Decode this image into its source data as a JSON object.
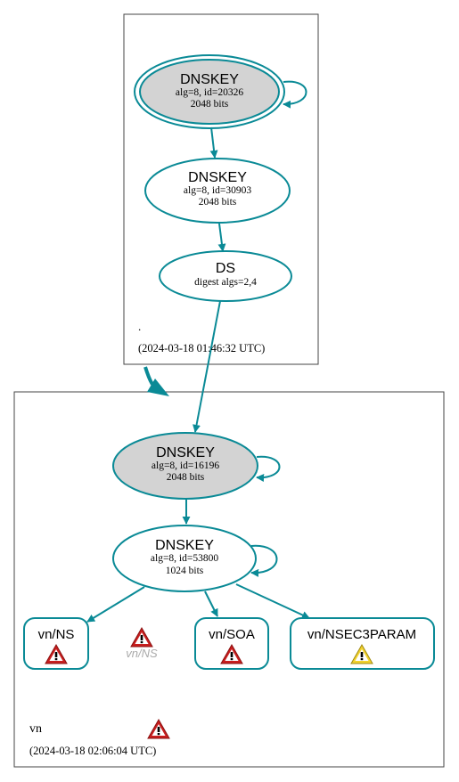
{
  "zones": [
    {
      "label": ".",
      "timestamp": "(2024-03-18 01:46:32 UTC)"
    },
    {
      "label": "vn",
      "timestamp": "(2024-03-18 02:06:04 UTC)"
    }
  ],
  "nodes": {
    "root_ksk": {
      "type": "DNSKEY",
      "details": [
        "alg=8, id=20326",
        "2048 bits"
      ]
    },
    "root_zsk": {
      "type": "DNSKEY",
      "details": [
        "alg=8, id=30903",
        "2048 bits"
      ]
    },
    "vn_ds": {
      "type": "DS",
      "details": [
        "digest algs=2,4"
      ]
    },
    "vn_ksk": {
      "type": "DNSKEY",
      "details": [
        "alg=8, id=16196",
        "2048 bits"
      ]
    },
    "vn_zsk": {
      "type": "DNSKEY",
      "details": [
        "alg=8, id=53800",
        "1024 bits"
      ]
    },
    "vn_ns": {
      "label": "vn/NS"
    },
    "vn_soa": {
      "label": "vn/SOA"
    },
    "vn_nsec3param": {
      "label": "vn/NSEC3PARAM"
    },
    "vn_ns_ghost": {
      "label": "vn/NS"
    }
  },
  "colors": {
    "edge": "#0a8a96",
    "node_stroke": "#0a8a96",
    "ksk_fill": "#d3d3d3",
    "zone_border": "#444444",
    "error_fill": "#d42020",
    "warning_fill": "#f0d020",
    "ghost_text": "#aaaaaa"
  },
  "icons": {
    "error": "error-warning-icon",
    "warning": "caution-warning-icon"
  }
}
